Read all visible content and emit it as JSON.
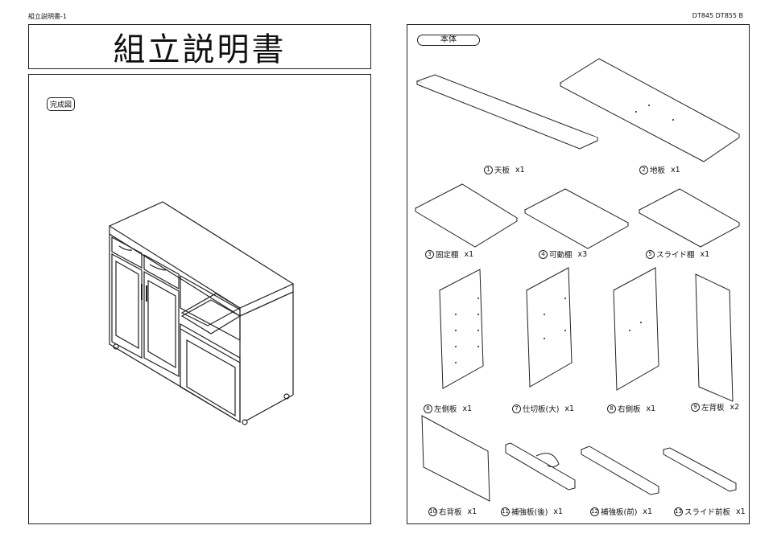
{
  "header": {
    "left": "組立説明書-1",
    "right": "DT845 DT855 B"
  },
  "title": "組立説明書",
  "left_panel": {
    "tag": "完成図"
  },
  "right_panel": {
    "section_tag": "本体",
    "parts": [
      {
        "no": "1",
        "name": "天板",
        "qty": "x1"
      },
      {
        "no": "2",
        "name": "地板",
        "qty": "x1"
      },
      {
        "no": "3",
        "name": "固定棚",
        "qty": "x1"
      },
      {
        "no": "4",
        "name": "可動棚",
        "qty": "x3"
      },
      {
        "no": "5",
        "name": "スライド棚",
        "qty": "x1"
      },
      {
        "no": "6",
        "name": "左側板",
        "qty": "x1"
      },
      {
        "no": "7",
        "name": "仕切板(大)",
        "qty": "x1"
      },
      {
        "no": "8",
        "name": "右側板",
        "qty": "x1"
      },
      {
        "no": "9",
        "name": "左背板",
        "qty": "x2"
      },
      {
        "no": "10",
        "name": "右背板",
        "qty": "x1"
      },
      {
        "no": "11",
        "name": "補強板(後)",
        "qty": "x1"
      },
      {
        "no": "12",
        "name": "補強板(前)",
        "qty": "x1"
      },
      {
        "no": "13",
        "name": "スライド前板",
        "qty": "x1"
      }
    ]
  }
}
